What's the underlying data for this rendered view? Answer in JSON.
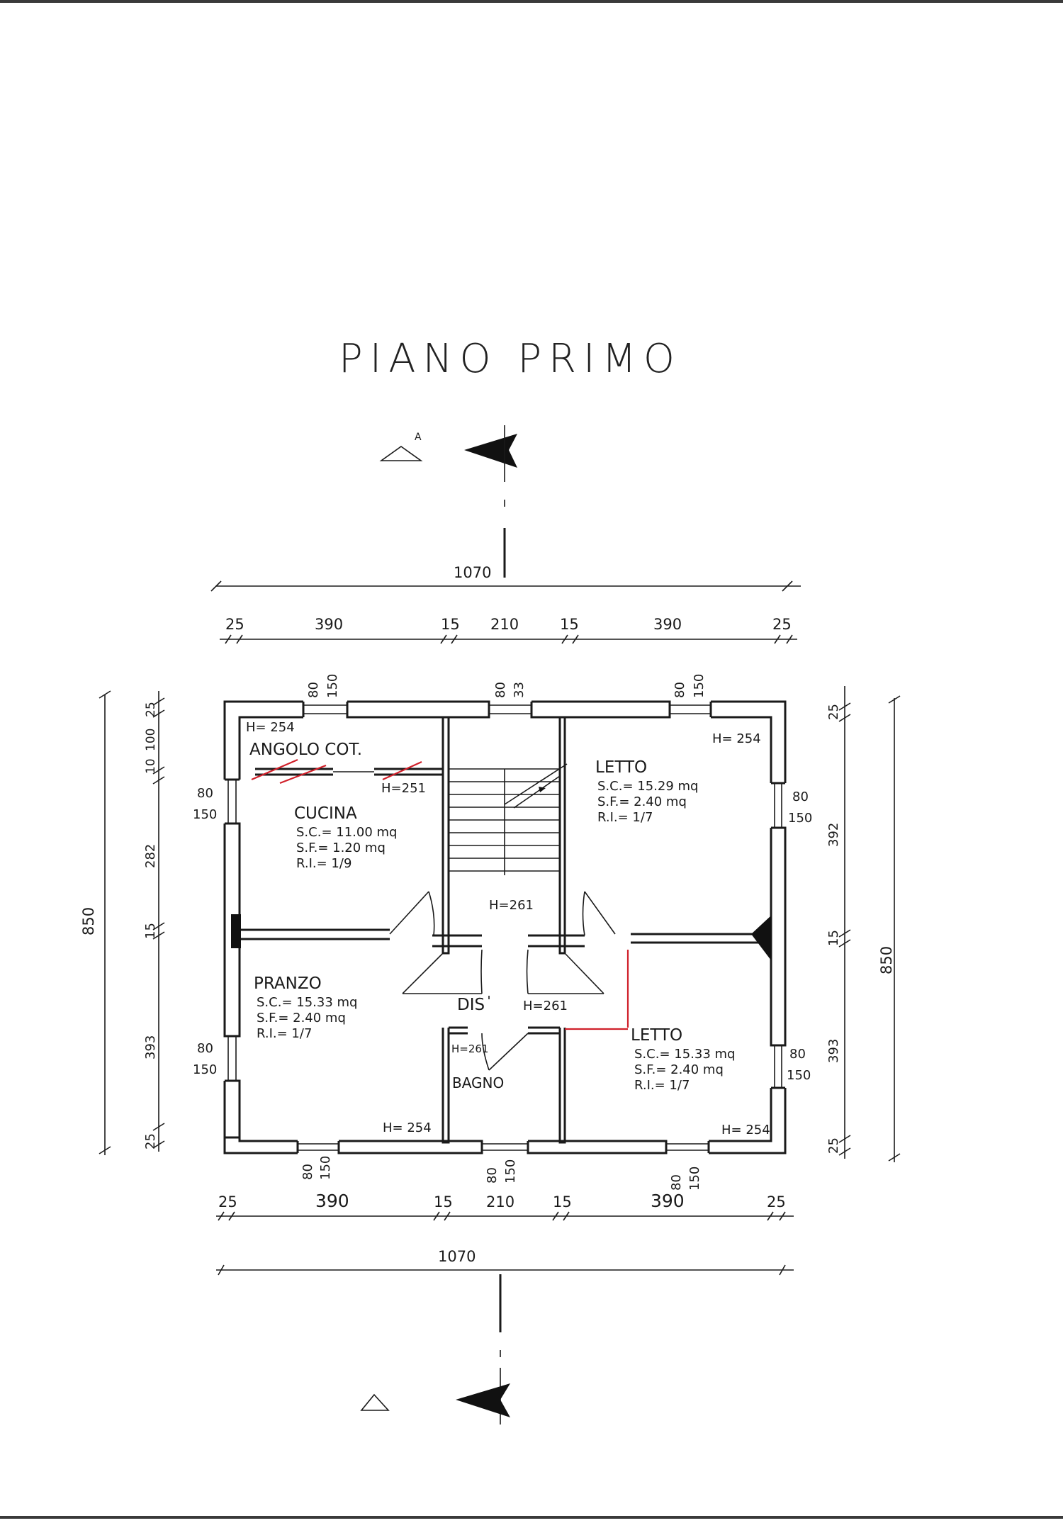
{
  "title": "PIANO PRIMO",
  "section_mark": "A",
  "dims": {
    "overall_width": "1070",
    "top_segments": [
      "25",
      "390",
      "15",
      "210",
      "15",
      "390",
      "25"
    ],
    "bottom_segments": [
      "25",
      "390",
      "15",
      "210",
      "15",
      "390",
      "25"
    ],
    "left_total": "850",
    "left_segments": [
      "25",
      "10",
      "100",
      "282",
      "15",
      "393",
      "25"
    ],
    "right_total": "850",
    "right_segments": [
      "25",
      "392",
      "15",
      "393",
      "25"
    ]
  },
  "windows": {
    "w80": "80",
    "w150": "150",
    "w33": "33"
  },
  "rooms": {
    "angolo": "ANGOLO COT.",
    "cucina": {
      "name": "CUCINA",
      "sc": "S.C.= 11.00 mq",
      "sf": "S.F.= 1.20 mq",
      "ri": "R.I.= 1/9"
    },
    "letto1": {
      "name": "LETTO",
      "sc": "S.C.= 15.29 mq",
      "sf": "S.F.= 2.40 mq",
      "ri": "R.I.= 1/7"
    },
    "pranzo": {
      "name": "PRANZO",
      "sc": "S.C.= 15.33 mq",
      "sf": "S.F.= 2.40 mq",
      "ri": "R.I.= 1/7"
    },
    "letto2": {
      "name": "LETTO",
      "sc": "S.C.= 15.33 mq",
      "sf": "S.F.= 2.40 mq",
      "ri": "R.I.= 1/7"
    },
    "dis": "DIS",
    "bagno": "BAGNO"
  },
  "heights": {
    "h254": "H= 254",
    "h251": "H=251",
    "h261": "H=261",
    "h261b": "H=261",
    "h261c": "H=261"
  }
}
